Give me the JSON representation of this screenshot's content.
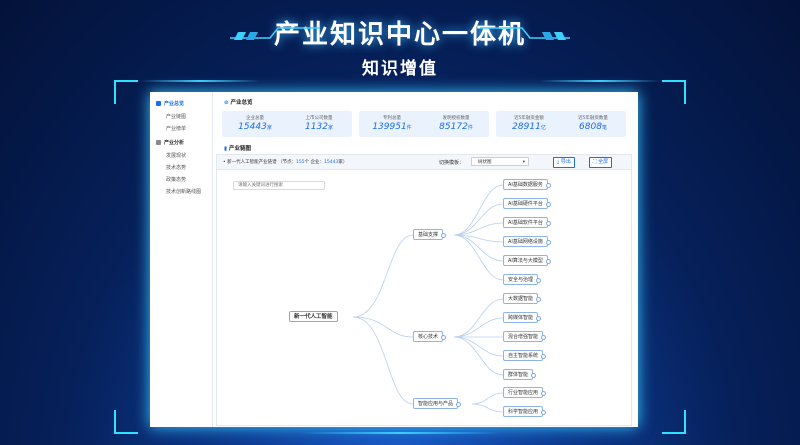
{
  "banner": {
    "title": "产业知识中心一体机",
    "subtitle": "知识增值"
  },
  "sidebar": {
    "groups": [
      {
        "label": "产业总览",
        "active": true,
        "items": [
          "产业链图",
          "产业榜单"
        ]
      },
      {
        "label": "产业分析",
        "active": false,
        "items": [
          "发展现状",
          "技术态势",
          "政策态势",
          "技术创新路线图"
        ]
      }
    ]
  },
  "overview": {
    "title": "产业总览",
    "stats": [
      {
        "label": "企业总量",
        "value": "15443",
        "unit": "家"
      },
      {
        "label": "上市公司数量",
        "value": "1132",
        "unit": "家"
      },
      {
        "label": "专利总量",
        "value": "139951",
        "unit": "件"
      },
      {
        "label": "发明授权数量",
        "value": "85172",
        "unit": "件"
      },
      {
        "label": "近5年融资金额",
        "value": "28911",
        "unit": "亿"
      },
      {
        "label": "近5年融资数量",
        "value": "6808",
        "unit": "笔"
      }
    ]
  },
  "chain": {
    "title": "产业链图",
    "header_name": "新一代人工智能产业链谱",
    "nodes_label": "（节点：",
    "nodes_count": "155",
    "nodes_unit": "个",
    "companies_label": "企业：",
    "companies_count": "15443",
    "companies_unit": "家）",
    "switch_label": "切换模板：",
    "template_selected": "树状图",
    "export_label": "导出",
    "fullscreen_label": "全屏",
    "search_placeholder": "请输入关键词进行搜索",
    "root": "新一代人工智能",
    "branches": [
      {
        "label": "基础支撑",
        "children": [
          "AI基础数据服务",
          "AI基础硬件平台",
          "AI基础软件平台",
          "AI基础网络设施",
          "AI算法与大模型",
          "安全与治理"
        ]
      },
      {
        "label": "核心技术",
        "children": [
          "大数据智能",
          "跨媒体智能",
          "混合增强智能",
          "自主智能系统",
          "群体智能"
        ]
      },
      {
        "label": "智能应用与产品",
        "children": [
          "行业智能应用",
          "科学智能应用"
        ]
      }
    ]
  }
}
